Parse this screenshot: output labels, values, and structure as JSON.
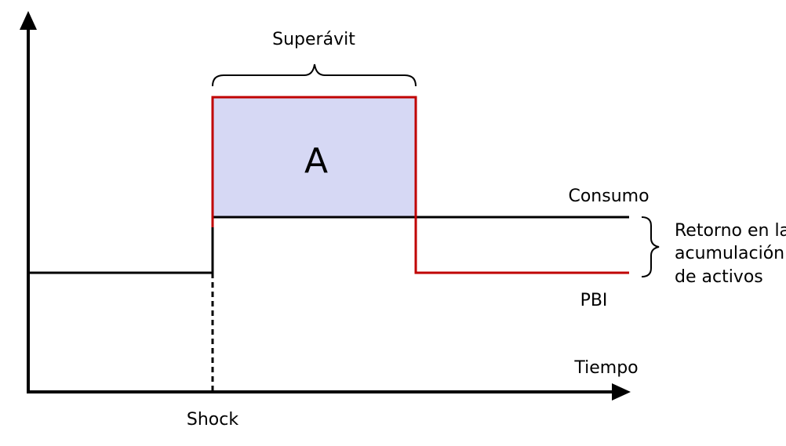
{
  "labels": {
    "surplus": "Superávit",
    "area": "A",
    "consumption": "Consumo",
    "gdp": "PBI",
    "time_axis": "Tiempo",
    "shock": "Shock",
    "return_line1": "Retorno en la",
    "return_line2": "acumulación",
    "return_line3": "de activos"
  },
  "colors": {
    "axis": "#000000",
    "consumption_line": "#000000",
    "gdp_line": "#c00000",
    "area_fill": "#d6d8f4"
  }
}
